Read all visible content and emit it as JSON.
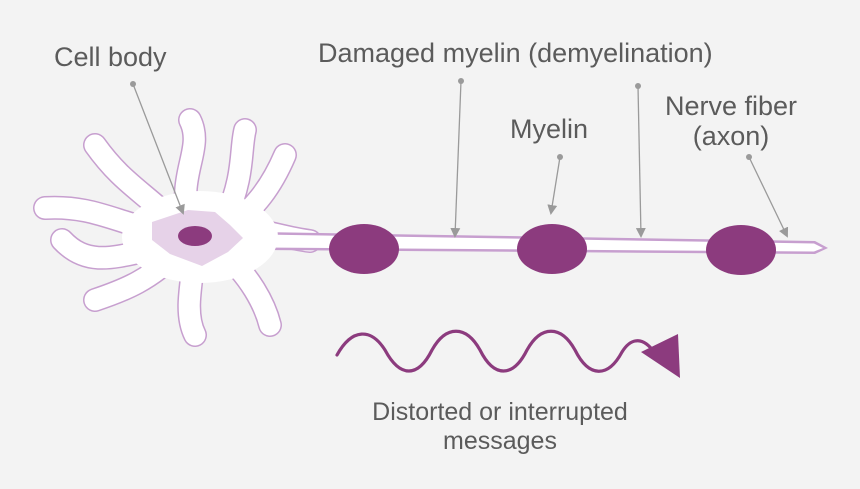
{
  "labels": {
    "cell_body": "Cell body",
    "damaged_myelin": "Damaged myelin (demyelination)",
    "myelin": "Myelin",
    "nerve_fiber_line1": "Nerve fiber",
    "nerve_fiber_line2": "(axon)",
    "message_line1": "Distorted or interrupted",
    "message_line2": "messages"
  },
  "colors": {
    "background": "#f3f3f3",
    "outline": "#c79fcf",
    "cell_fill": "#e6d2e8",
    "myelin": "#8c3b7e",
    "nucleus": "#8c3b7e",
    "leader": "#9a9a9a",
    "label_text": "#5b5b5b"
  }
}
